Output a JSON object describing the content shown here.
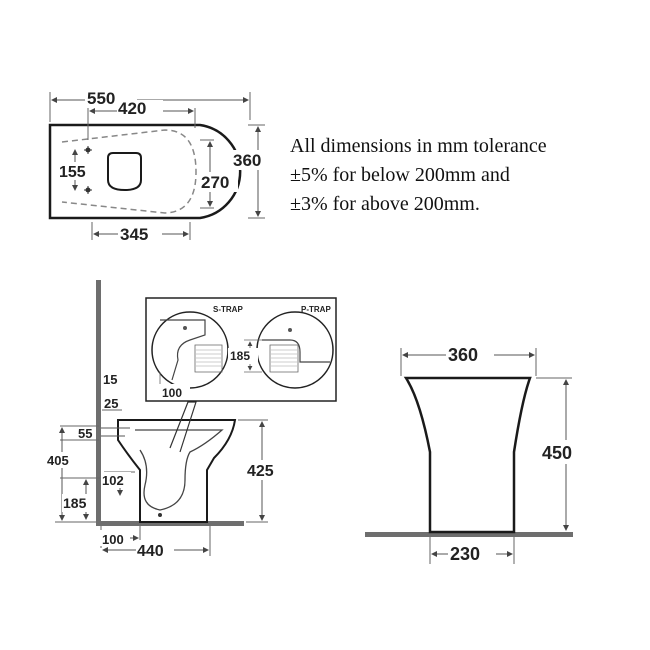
{
  "note": {
    "line1": "All dimensions in mm tolerance",
    "line2": "±5% for below 200mm and",
    "line3": "±3% for above 200mm."
  },
  "plan_view": {
    "overall_length": "550",
    "inner_length": "420",
    "fixing_spacing": "155",
    "width": "360",
    "inner_width": "270",
    "base_length": "345"
  },
  "side_view": {
    "dim_15": "15",
    "dim_25": "25",
    "dim_55": "55",
    "dim_405": "405",
    "dim_102": "102",
    "dim_185": "185",
    "height": "425",
    "wall_gap": "100",
    "projection": "440"
  },
  "detail_inset": {
    "s_trap_label": "S-TRAP",
    "p_trap_label": "P-TRAP",
    "p_trap_height": "185",
    "s_trap_offset": "100"
  },
  "front_view": {
    "top_width": "360",
    "height": "450",
    "base_width": "230"
  },
  "colors": {
    "line": "#1a1a1a",
    "dim_line": "#555555",
    "floor": "#6e6e6e"
  }
}
